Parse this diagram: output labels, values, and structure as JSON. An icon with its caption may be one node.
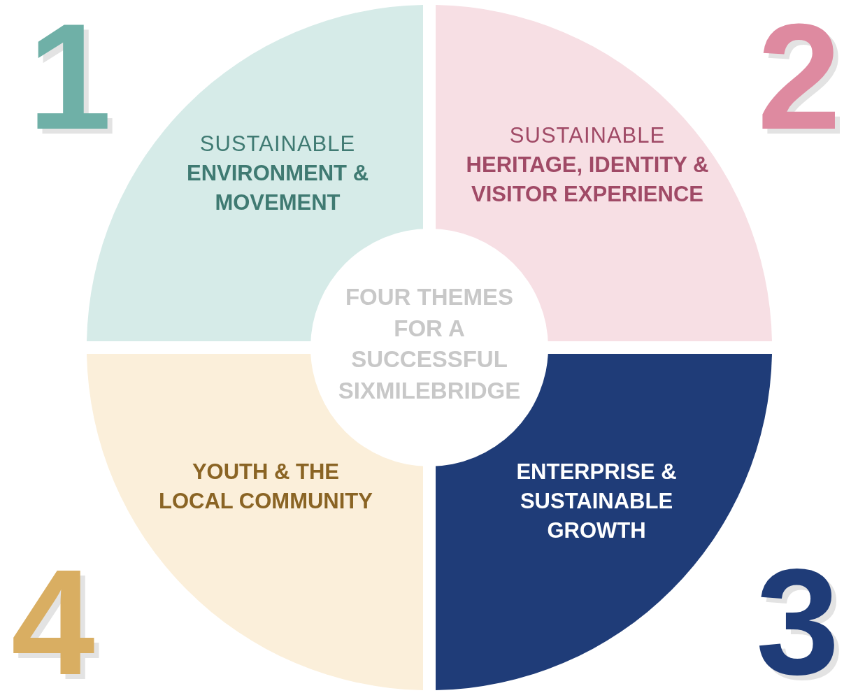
{
  "diagram": {
    "nodes": [
      {
        "text": [
          "SUSTAINABLE",
          "ENVIRONMENT & MOVEMENT"
        ],
        "beside": [
          "1"
        ]
      },
      {
        "text": [
          "SUSTAINABLE",
          "HERITAGE, IDENTITY & VISITOR EXPERIENCE"
        ],
        "beside": [
          "2"
        ]
      },
      {
        "text": [
          "FOUR THEMES FOR A SUCCESSFUL SIXMILEBRIDGE"
        ]
      },
      {
        "text": [
          "YOUTH & THE LOCAL COMMUNITY"
        ],
        "beside": [
          "4"
        ]
      },
      {
        "text": [
          "ENTERPRISE & SUSTAINABLE GROWTH"
        ],
        "beside": [
          "3"
        ]
      }
    ],
    "edges": []
  }
}
